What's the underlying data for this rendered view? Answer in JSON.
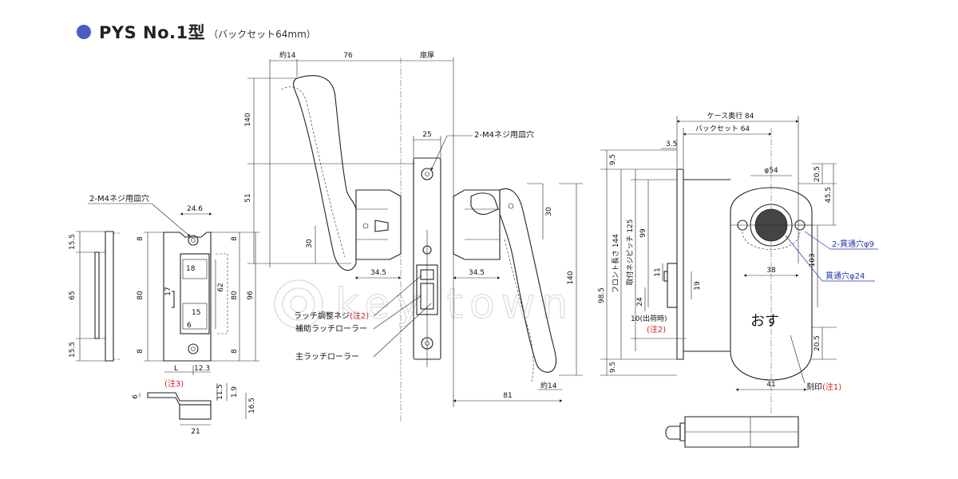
{
  "header": {
    "title": "PYS No.1型",
    "subtitle": "（バックセット64mm）",
    "dot_color": "#4a5fc1"
  },
  "colors": {
    "note_red": "#d62020",
    "note_blue": "#2233aa",
    "watermark": "#d8d8d8"
  },
  "watermark_text": "key town",
  "strike_view": {
    "callout": "2-M4ネジ用皿穴",
    "dims": [
      "15.5",
      "65",
      "15.5",
      "80",
      "8",
      "8",
      "24.6",
      "8",
      "8",
      "80",
      "96",
      "18",
      "62",
      "17",
      "15",
      "6",
      "L",
      "12.3"
    ],
    "note3": "(注3)",
    "bottom_dims": [
      "6",
      "11.5",
      "1.9",
      "16.5",
      "21"
    ]
  },
  "front_view": {
    "top_dims": [
      "約14",
      "76",
      "扉厚"
    ],
    "left_dims": [
      "140",
      "51",
      "30"
    ],
    "bottom_left_dim": "34.5",
    "plate_dim": "25",
    "callout": "2-M4ネジ用皿穴",
    "right_dims": [
      "30",
      "34.5",
      "140"
    ],
    "bottom_dims": [
      "約14",
      "81"
    ],
    "labels": [
      {
        "text": "ラッチ調整ネジ",
        "note": "(注2)"
      },
      {
        "text": "補助ラッチローラー",
        "note": ""
      },
      {
        "text": "主ラッチローラー",
        "note": ""
      }
    ]
  },
  "side_view": {
    "top_dims": [
      "ケース奥行 84",
      "バックセット 64",
      "3.5"
    ],
    "left_dims": [
      "9.5",
      "フロント長さ 144",
      "取付ネジピッチ 125",
      "99",
      "98.5",
      "9.5"
    ],
    "inner_dims": [
      "11",
      "19",
      "24",
      "10(出荷時)"
    ],
    "note2": "(注2)",
    "circle_dims": [
      "φ54",
      "38"
    ],
    "right_dims": [
      "20.5",
      "45.5",
      "103",
      "20.5"
    ],
    "hole_callouts": [
      "2-貫通穴φ9",
      "貫通穴φ24"
    ],
    "plate_text": "おす",
    "bottom_dim": "41",
    "marking": "刻印",
    "note1": "(注1)"
  }
}
